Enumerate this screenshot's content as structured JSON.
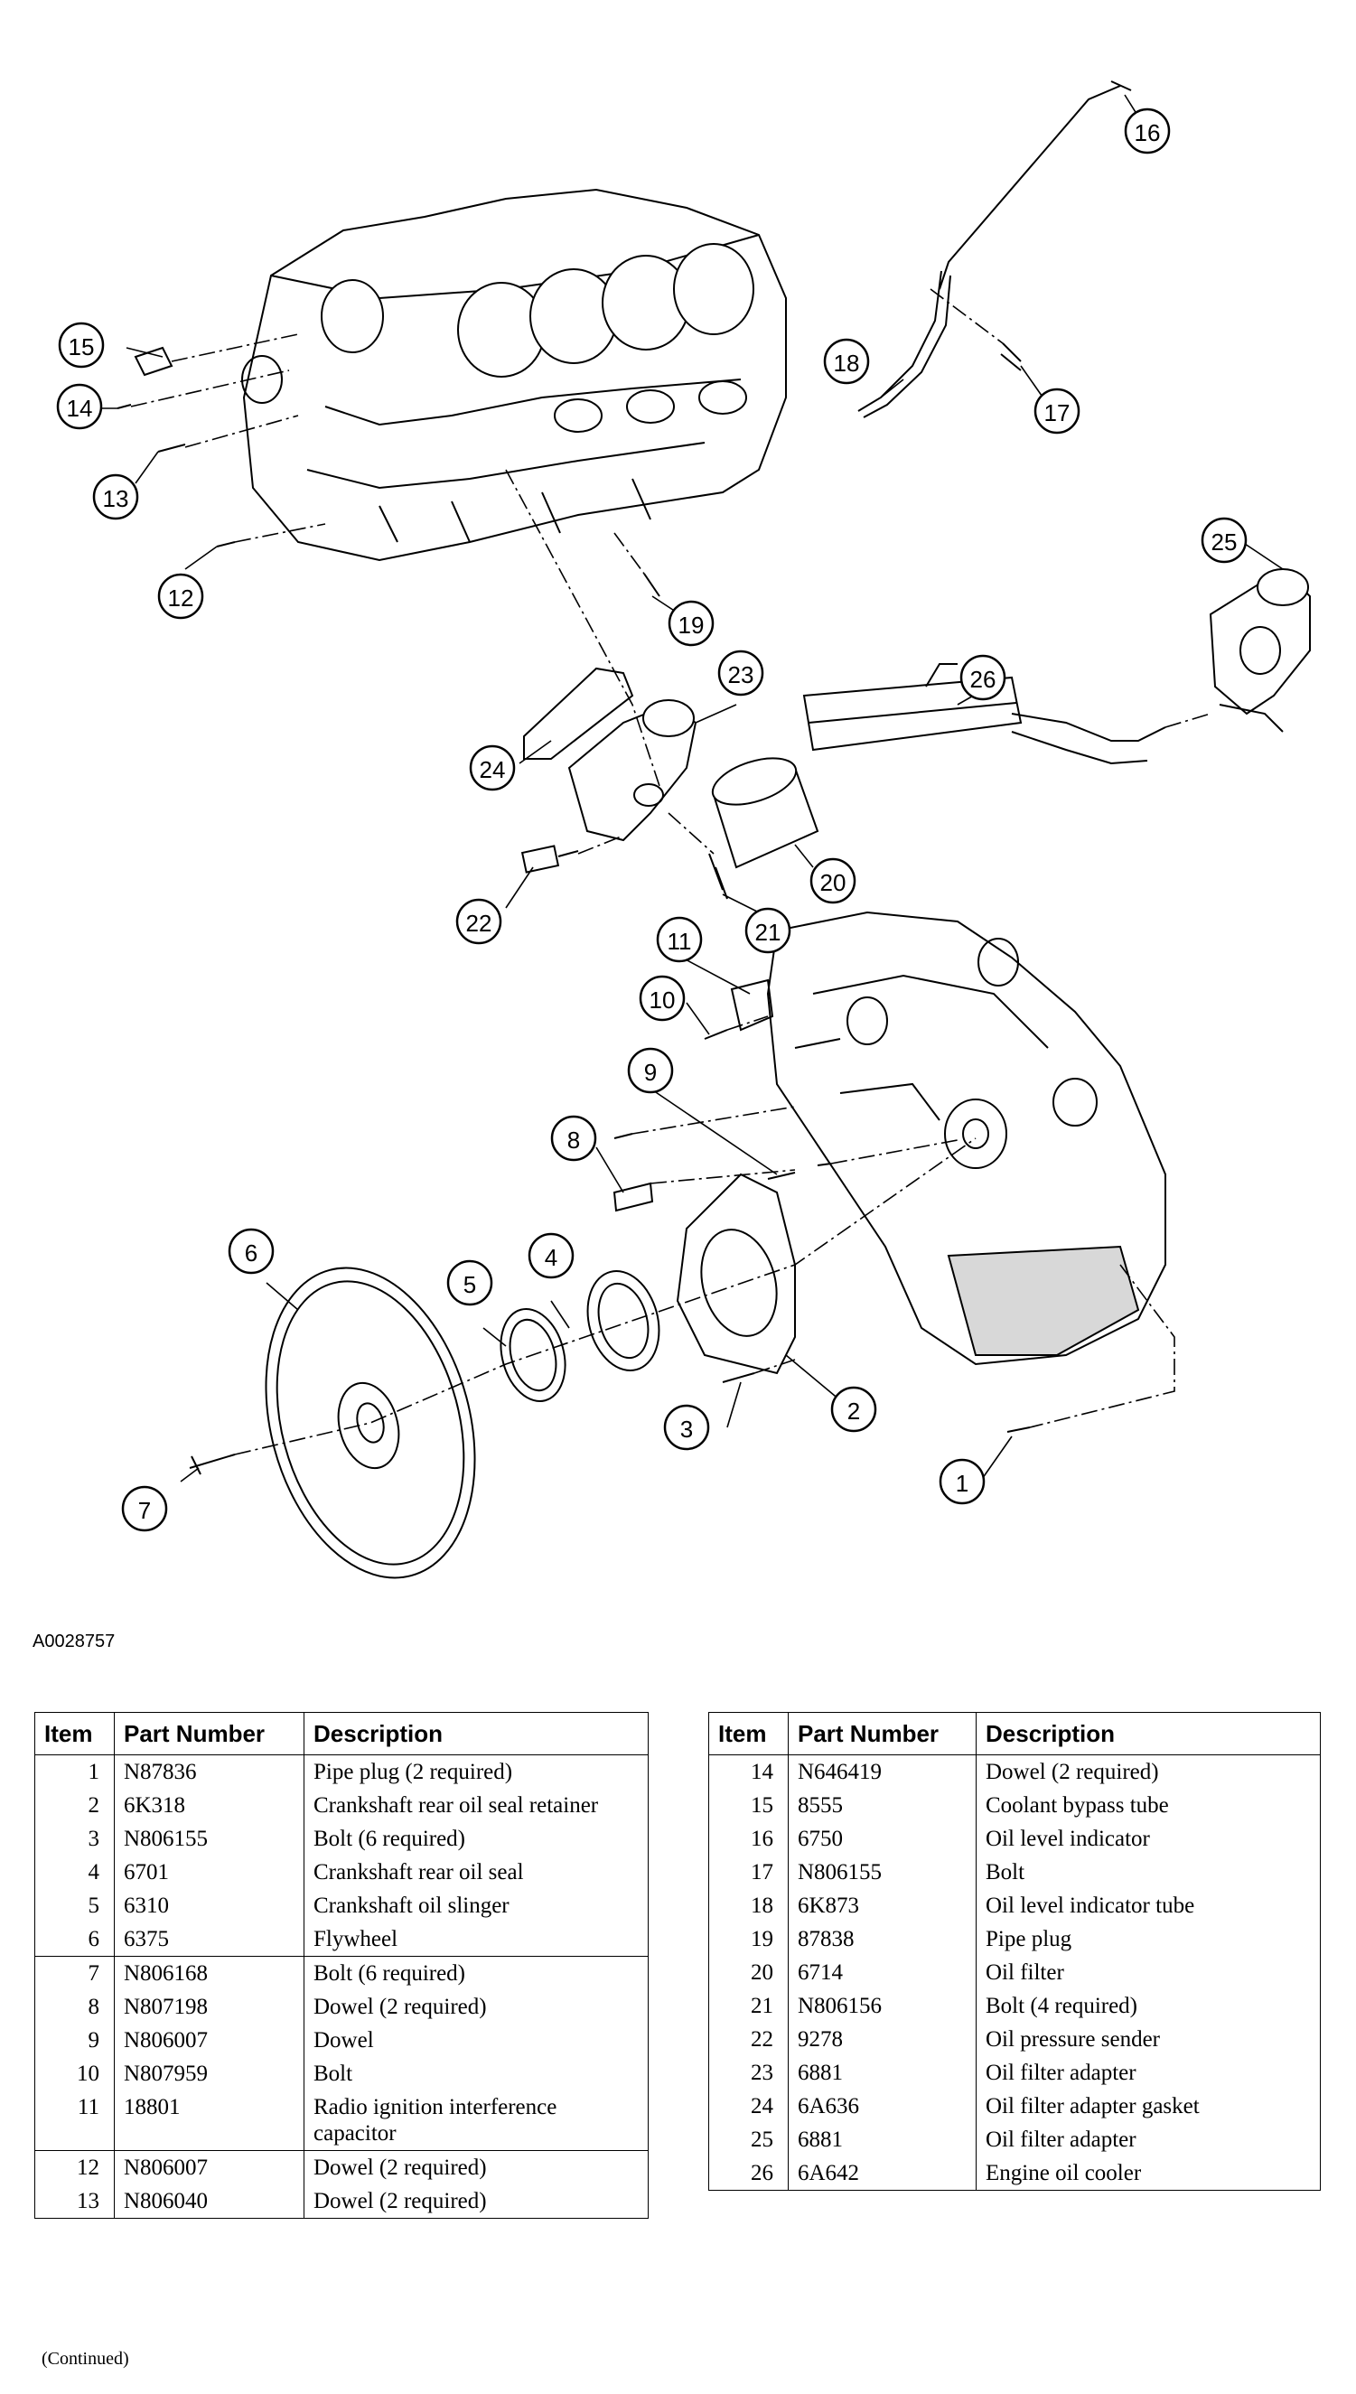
{
  "figure_id": "A0028757",
  "callouts": [
    "1",
    "2",
    "3",
    "4",
    "5",
    "6",
    "7",
    "8",
    "9",
    "10",
    "11",
    "12",
    "13",
    "14",
    "15",
    "16",
    "17",
    "18",
    "19",
    "20",
    "21",
    "22",
    "23",
    "24",
    "25",
    "26"
  ],
  "table_headers": {
    "item": "Item",
    "part_number": "Part Number",
    "description": "Description"
  },
  "parts_left": [
    {
      "item": "1",
      "part": "N87836",
      "desc": "Pipe plug (2 required)"
    },
    {
      "item": "2",
      "part": "6K318",
      "desc": "Crankshaft rear oil seal retainer"
    },
    {
      "item": "3",
      "part": "N806155",
      "desc": "Bolt (6 required)"
    },
    {
      "item": "4",
      "part": "6701",
      "desc": "Crankshaft rear oil seal"
    },
    {
      "item": "5",
      "part": "6310",
      "desc": "Crankshaft oil slinger"
    },
    {
      "item": "6",
      "part": "6375",
      "desc": "Flywheel"
    },
    {
      "item": "7",
      "part": "N806168",
      "desc": "Bolt (6 required)"
    },
    {
      "item": "8",
      "part": "N807198",
      "desc": "Dowel (2 required)"
    },
    {
      "item": "9",
      "part": "N806007",
      "desc": "Dowel"
    },
    {
      "item": "10",
      "part": "N807959",
      "desc": "Bolt"
    },
    {
      "item": "11",
      "part": "18801",
      "desc": "Radio ignition interference capacitor"
    },
    {
      "item": "12",
      "part": "N806007",
      "desc": "Dowel (2 required)"
    },
    {
      "item": "13",
      "part": "N806040",
      "desc": "Dowel (2 required)"
    }
  ],
  "parts_right": [
    {
      "item": "14",
      "part": "N646419",
      "desc": "Dowel (2 required)"
    },
    {
      "item": "15",
      "part": "8555",
      "desc": "Coolant bypass tube"
    },
    {
      "item": "16",
      "part": "6750",
      "desc": "Oil level indicator"
    },
    {
      "item": "17",
      "part": "N806155",
      "desc": "Bolt"
    },
    {
      "item": "18",
      "part": "6K873",
      "desc": "Oil level indicator tube"
    },
    {
      "item": "19",
      "part": "87838",
      "desc": "Pipe plug"
    },
    {
      "item": "20",
      "part": "6714",
      "desc": "Oil filter"
    },
    {
      "item": "21",
      "part": "N806156",
      "desc": "Bolt (4 required)"
    },
    {
      "item": "22",
      "part": "9278",
      "desc": "Oil pressure sender"
    },
    {
      "item": "23",
      "part": "6881",
      "desc": "Oil filter adapter"
    },
    {
      "item": "24",
      "part": "6A636",
      "desc": "Oil filter adapter gasket"
    },
    {
      "item": "25",
      "part": "6881",
      "desc": "Oil filter adapter"
    },
    {
      "item": "26",
      "part": "6A642",
      "desc": "Engine oil cooler"
    }
  ],
  "footnote": "(Continued)"
}
